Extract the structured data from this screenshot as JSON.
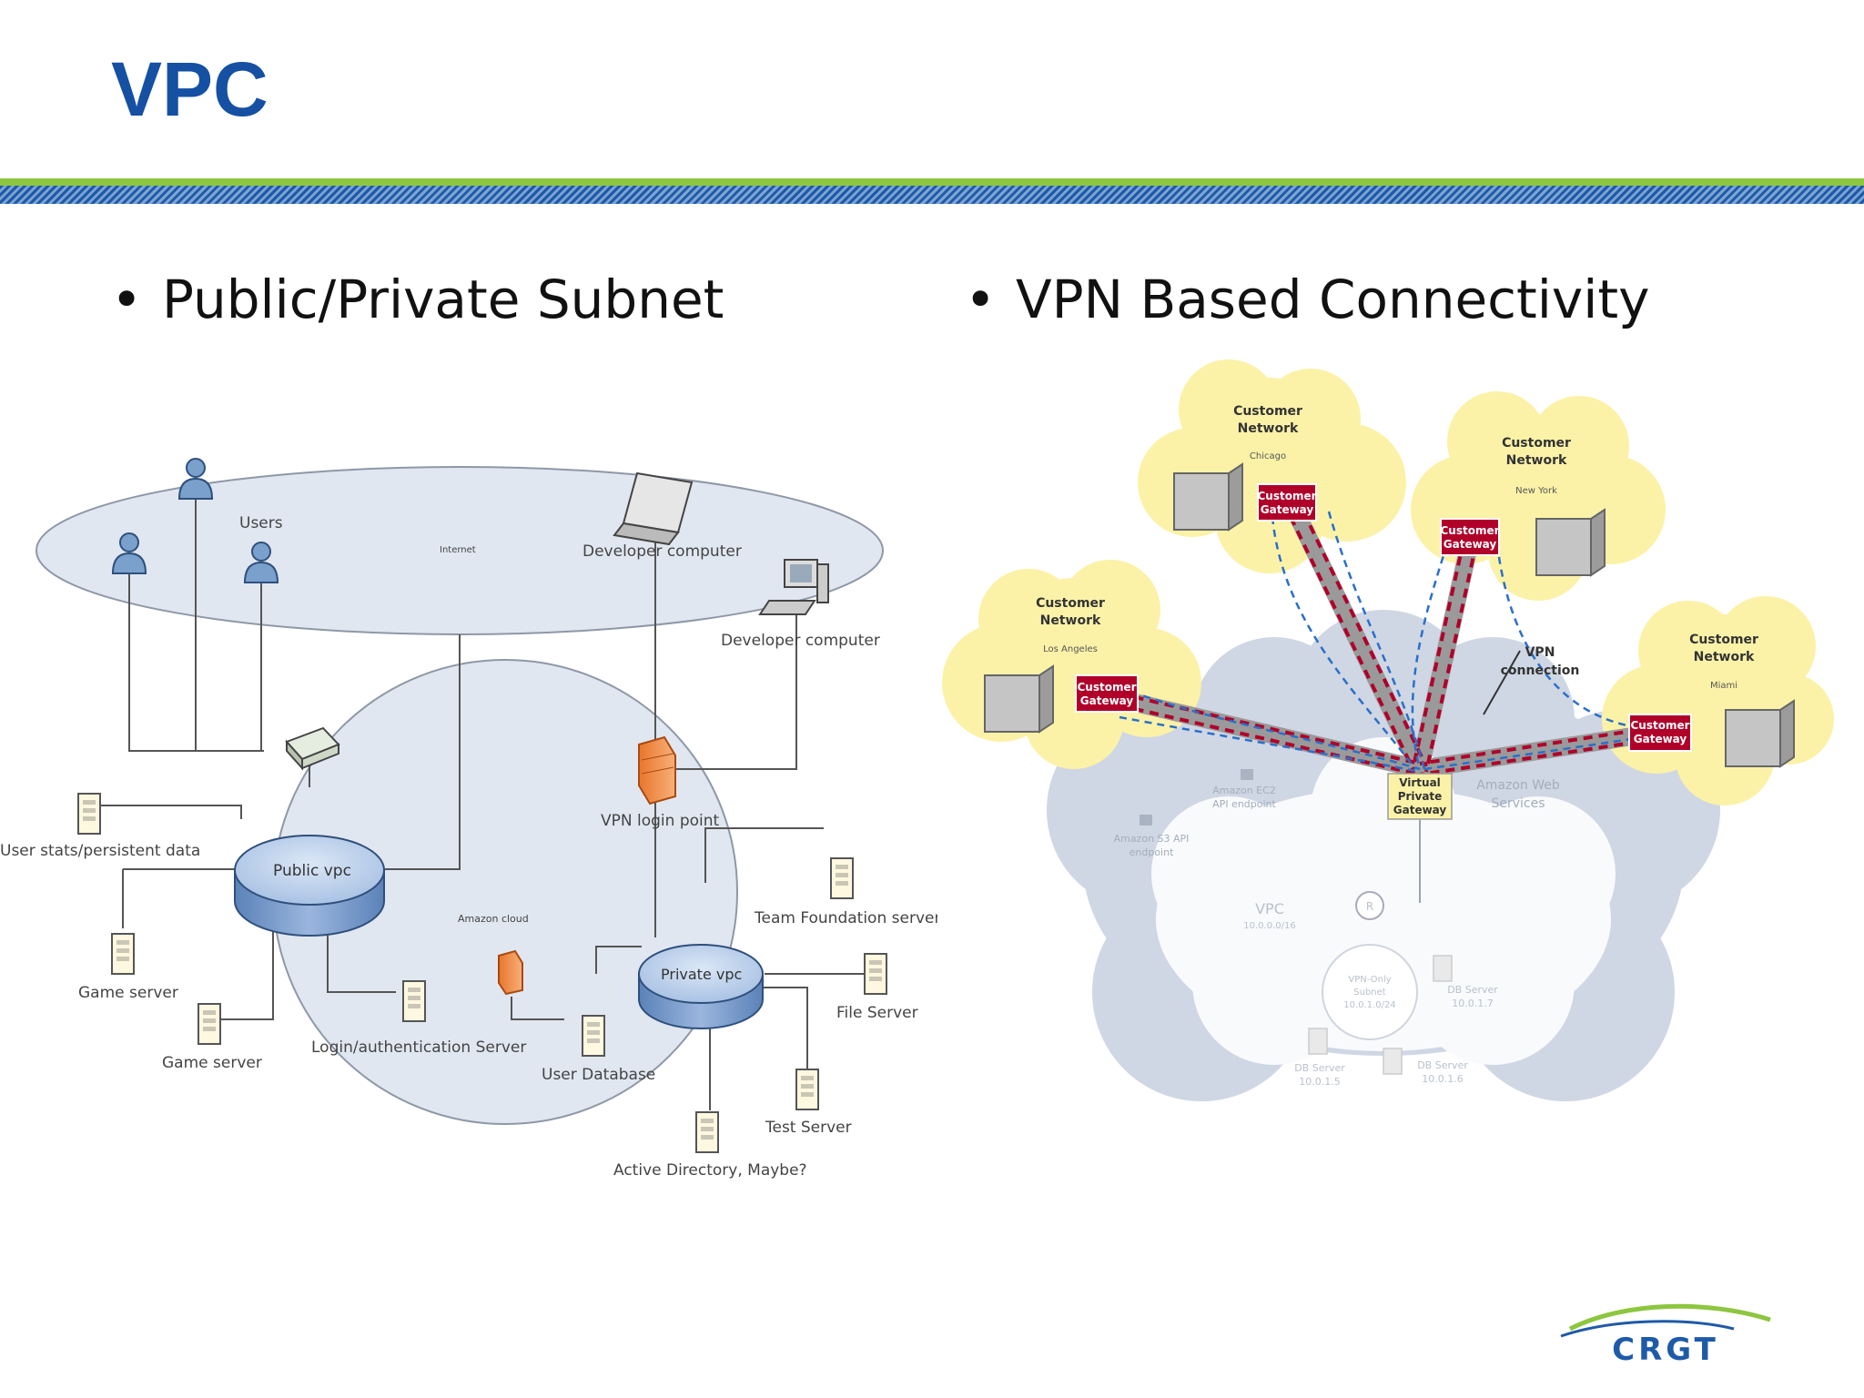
{
  "title": "VPC",
  "bullets": [
    "Public/Private Subnet",
    "VPN Based Connectivity"
  ],
  "left_diagram": {
    "internet": "Internet",
    "users": "Users",
    "dev_laptop": "Developer computer",
    "dev_desktop": "Developer computer",
    "user_stats": "User stats/persistent data",
    "public_vpc": "Public vpc",
    "vpn_login": "VPN login point",
    "amazon_cloud": "Amazon cloud",
    "team_foundation": "Team Foundation server",
    "private_vpc": "Private vpc",
    "game_server_1": "Game server",
    "game_server_2": "Game server",
    "login_server": "Login/authentication Server",
    "user_database": "User Database",
    "file_server": "File Server",
    "test_server": "Test Server",
    "active_directory": "Active Directory, Maybe?"
  },
  "right_diagram": {
    "networks": [
      {
        "name": "Customer\nNetwork",
        "city": "Chicago",
        "gateway": "Customer\nGateway"
      },
      {
        "name": "Customer\nNetwork",
        "city": "New York",
        "gateway": "Customer\nGateway"
      },
      {
        "name": "Customer\nNetwork",
        "city": "Los Angeles",
        "gateway": "Customer\nGateway"
      },
      {
        "name": "Customer\nNetwork",
        "city": "Miami",
        "gateway": "Customer\nGateway"
      }
    ],
    "vpn_connection": "VPN\nconnection",
    "vpg": "Virtual\nPrivate\nGateway",
    "ec2_endpoint": "Amazon EC2\nAPI endpoint",
    "s3_endpoint": "Amazon S3 API\nendpoint",
    "aws": "Amazon Web\nServices",
    "vpc": "VPC",
    "vpc_cidr": "10.0.0.0/16",
    "router": "R",
    "subnet": "VPN-Only\nSubnet\n10.0.1.0/24",
    "db1": "DB Server\n10.0.1.7",
    "db2": "DB Server\n10.0.1.5",
    "db3": "DB Server\n10.0.1.6"
  },
  "logo": "CRGT",
  "colors": {
    "title": "#1550a3",
    "band_green": "#8dc63f",
    "band_blue": "#1e5aa8",
    "gateway": "#b0002a",
    "cloud_yellow": "#fbf2a8",
    "vpc_blue": "#9ab6de"
  }
}
